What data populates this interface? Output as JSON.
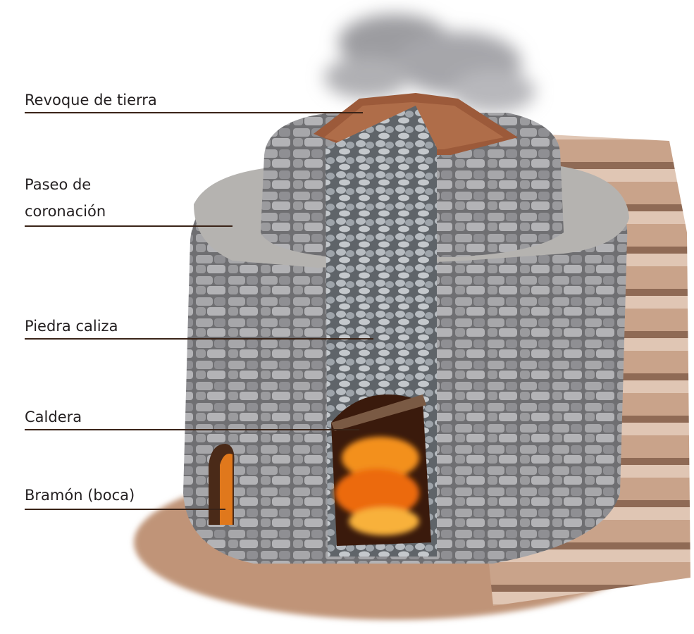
{
  "labels": {
    "revoque": "Revoque de tierra",
    "paseo_line1": "Paseo de",
    "paseo_line2": "coronación",
    "piedra": "Piedra caliza",
    "caldera": "Caldera",
    "bramon": "Bramón (boca)"
  },
  "colors": {
    "text": "#231f20",
    "leader": "#3a2418",
    "stone": "#9a9a9c",
    "earth": "#b88a6a",
    "fire": "#f07a12",
    "smoke": "#a9a9ab"
  }
}
